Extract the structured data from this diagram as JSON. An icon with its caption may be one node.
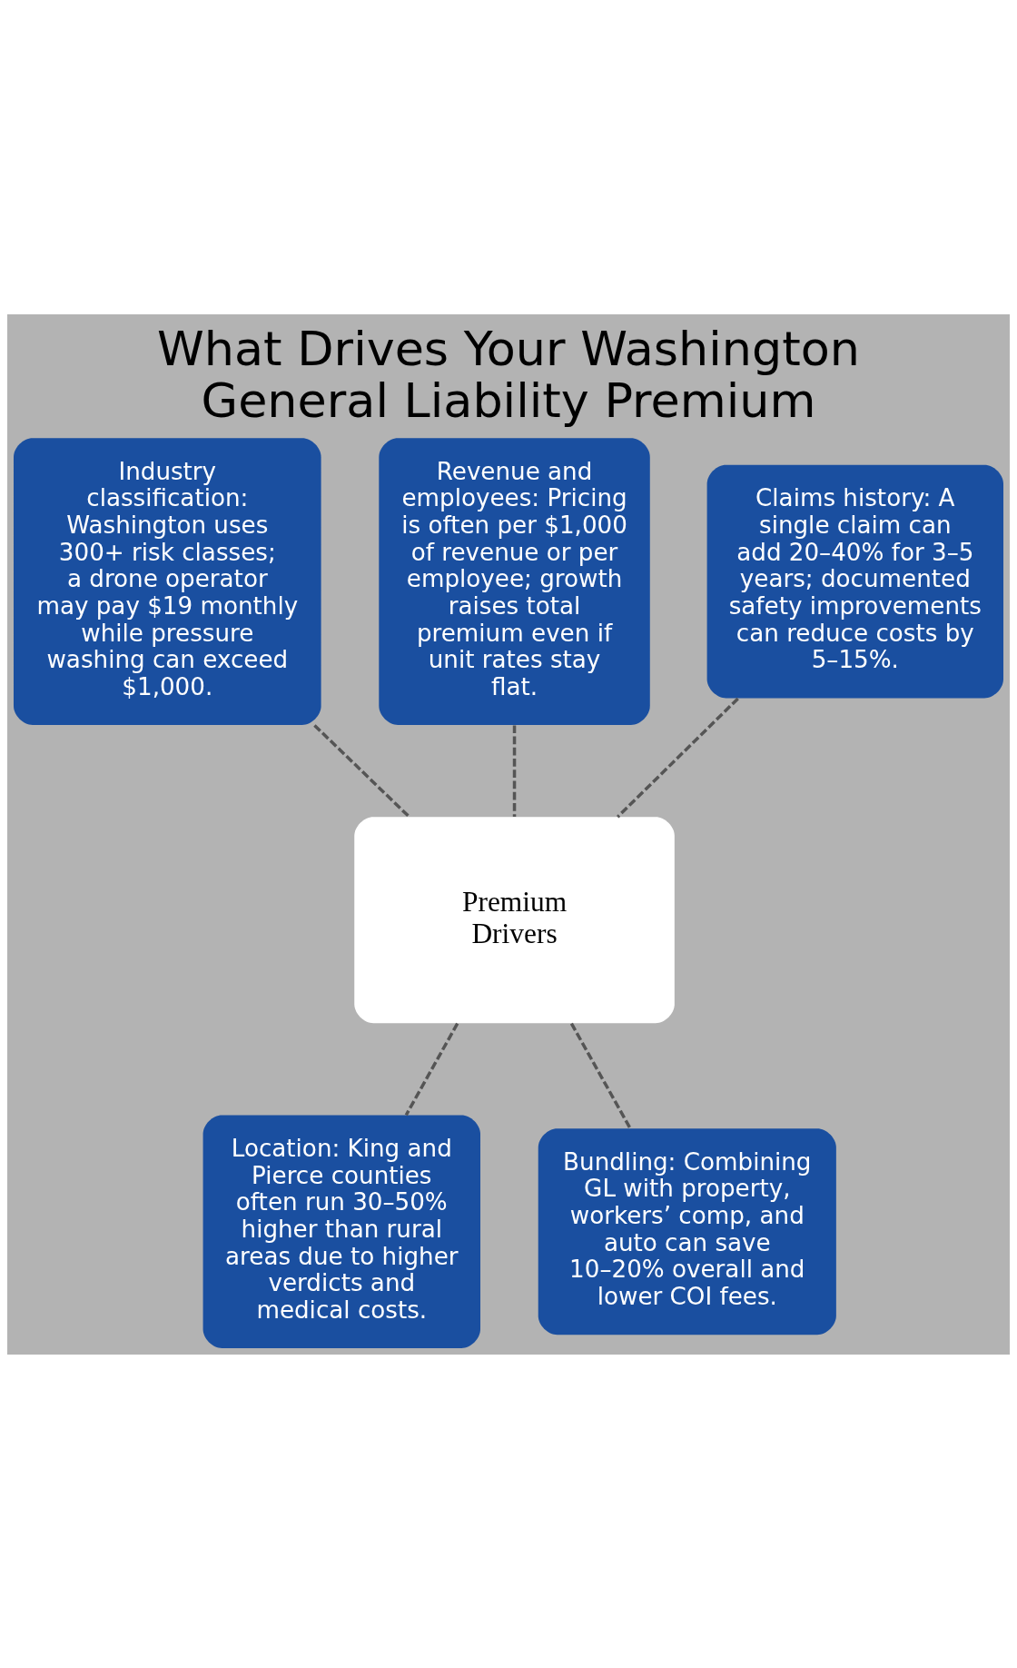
{
  "diagram": {
    "title": "What Drives Your Washington General Liability Premium",
    "nodes": [
      {
        "text": [
          "Industry classification: Washington uses 300+ risk classes; a drone operator may pay $19 monthly while pressure washing can exceed $1,000."
        ]
      },
      {
        "text": [
          "Revenue and employees: Pricing is often per $1,000 of revenue or per employee; growth raises total premium even if unit rates stay flat."
        ]
      },
      {
        "text": [
          "Claims history: A single claim can add 20–40% for 3–5 years; documented safety improvements can reduce costs by 5–15%."
        ]
      },
      {
        "text": [
          "Premium Drivers"
        ]
      },
      {
        "text": [
          "Location: King and Pierce counties often run 30–50% higher than rural areas due to higher verdicts and medical costs."
        ]
      },
      {
        "text": [
          "Bundling: Combining GL with property, workers’ comp, and auto can save 10–20% overall and lower COI fees."
        ]
      }
    ],
    "edges": [
      {
        "from": 0,
        "to": 3,
        "arrow": "none",
        "style": "dashed"
      },
      {
        "from": 1,
        "to": 3,
        "arrow": "none",
        "style": "dashed"
      },
      {
        "from": 2,
        "to": 3,
        "arrow": "none",
        "style": "dashed"
      },
      {
        "from": 3,
        "to": 4,
        "arrow": "none",
        "style": "dashed"
      },
      {
        "from": 3,
        "to": 5,
        "arrow": "none",
        "style": "dashed"
      }
    ]
  }
}
